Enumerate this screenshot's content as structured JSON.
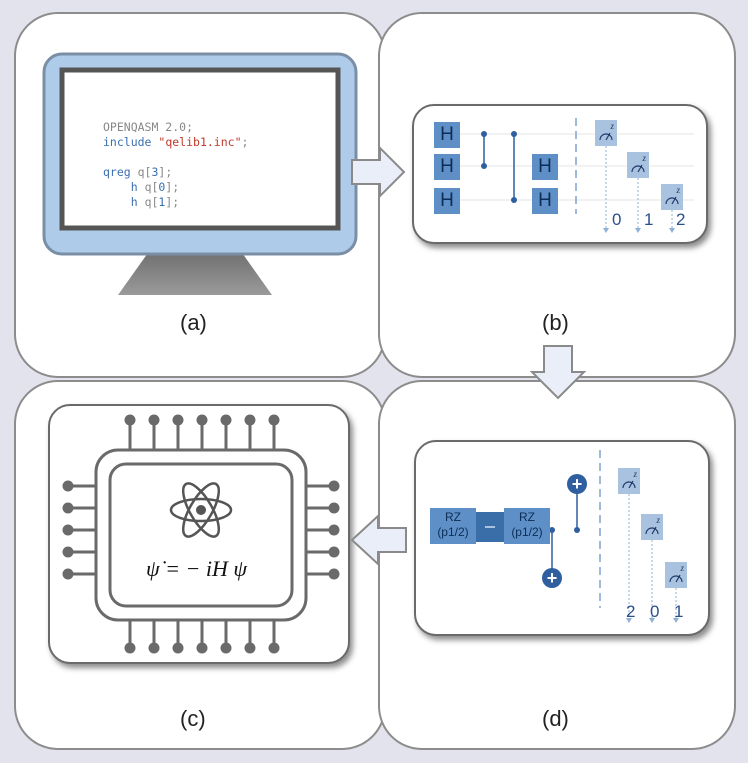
{
  "captions": {
    "a": "(a)",
    "b": "(b)",
    "c": "(c)",
    "d": "(d)"
  },
  "code": {
    "line1": "OPENQASM 2.0;",
    "line2_kw": "include",
    "line2_str": "\"qelib1.inc\"",
    "line2_end": ";",
    "line3_kw": "qreg",
    "line3_a": " q[",
    "line3_n": "3",
    "line3_b": "];",
    "line4_kw": "h",
    "line4_a": " q[",
    "line4_n": "0",
    "line4_b": "];",
    "line5_kw": "h",
    "line5_a": " q[",
    "line5_n": "1",
    "line5_b": "];"
  },
  "circuit_b": {
    "gate_label": "H",
    "meas_label": "z",
    "qubit_labels": [
      "0",
      "1",
      "2"
    ]
  },
  "circuit_d": {
    "rz_name": "RZ",
    "rz_param": "(p1/2)",
    "plus": "+",
    "meas_label": "z",
    "qubit_labels": [
      "2",
      "0",
      "1"
    ]
  },
  "chip": {
    "equation": "ψ̇ = − iH ψ",
    "icon": "atom-icon"
  },
  "colors": {
    "gate": "#5e8fc6",
    "meas": "#a9c2e0",
    "wire_dot": "#2f5f9e",
    "arrow": "#e9eef8",
    "chip_line": "#6a6a6a"
  }
}
